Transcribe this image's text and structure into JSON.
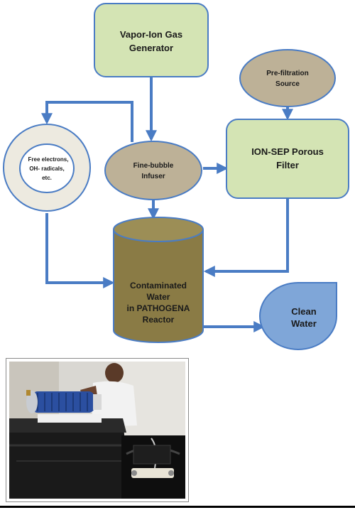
{
  "nodes": {
    "vapor_ion_generator": {
      "line1": "Vapor-Ion Gas",
      "line2": "Generator"
    },
    "prefiltration_source": {
      "line1": "Pre-filtration",
      "line2": "Source"
    },
    "ion_sep_filter": {
      "line1": "ION-SEP Porous",
      "line2": "Filter"
    },
    "fine_bubble_infuser": {
      "line1": "Fine-bubble",
      "line2": "Infuser"
    },
    "free_radicals": {
      "line1": "Free  electrons,",
      "line2": "OH- radicals,",
      "line3": "etc."
    },
    "reactor": {
      "line1": "Contaminated",
      "line2": "Water",
      "line3": "in PATHOGENA",
      "line4": "Reactor"
    },
    "clean_water": {
      "line1": "Clean",
      "line2": "Water"
    }
  },
  "colors": {
    "arrow": "#4a7cc4",
    "box_fill": "#d4e4b4",
    "box_stroke": "#4a7cc4",
    "ellipse_fill": "#bdb197",
    "ring_fill": "#edeae0",
    "cylinder_fill": "#8a7b45",
    "cylinder_top": "#9c8e56",
    "clean_water_fill": "#7fa6d8"
  },
  "photo": {
    "main_photo": "reactor-prototype-photo",
    "inset_photo": "infuser-closeup-photo"
  }
}
